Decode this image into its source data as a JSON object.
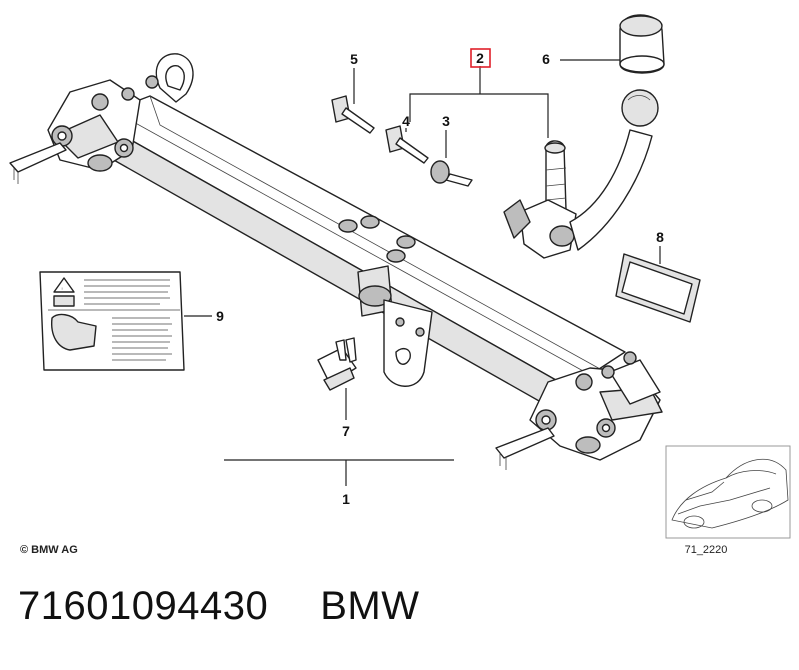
{
  "callouts": {
    "c1": "1",
    "c2": "2",
    "c3": "3",
    "c4": "4",
    "c5": "5",
    "c6": "6",
    "c7": "7",
    "c8": "8",
    "c9": "9"
  },
  "highlight_color": "#e0202a",
  "copyright": "© BMW AG",
  "figure_id": "71_2220",
  "footer": {
    "part_number": "71601094430",
    "brand": "BMW"
  }
}
